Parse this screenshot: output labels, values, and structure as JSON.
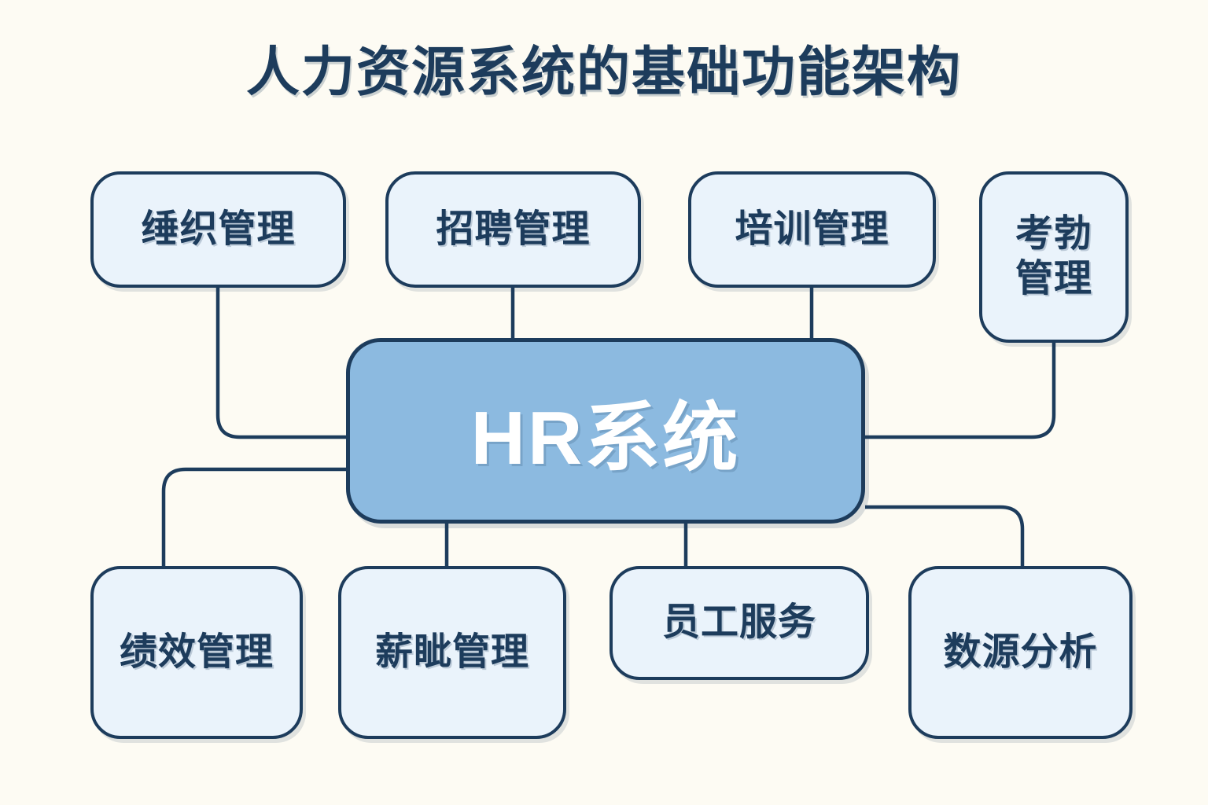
{
  "diagram": {
    "title": "人力资源系统的基础功能架构",
    "background_color": "#fdfbf3",
    "node_fill": "#eaf3fb",
    "node_stroke": "#1d3c5c",
    "hub_fill": "#8cbae0",
    "hub_text_color": "#ffffff",
    "hub": {
      "label": "HR系统"
    },
    "top_nodes": [
      {
        "label": "缍织管理"
      },
      {
        "label": "招聘管理"
      },
      {
        "label": "培训管理"
      },
      {
        "label": "考勃管理"
      }
    ],
    "bottom_nodes": [
      {
        "label": "绩效管理"
      },
      {
        "label": "薪眦管理"
      },
      {
        "label": "员工服务"
      },
      {
        "label": "数源分析"
      }
    ]
  }
}
